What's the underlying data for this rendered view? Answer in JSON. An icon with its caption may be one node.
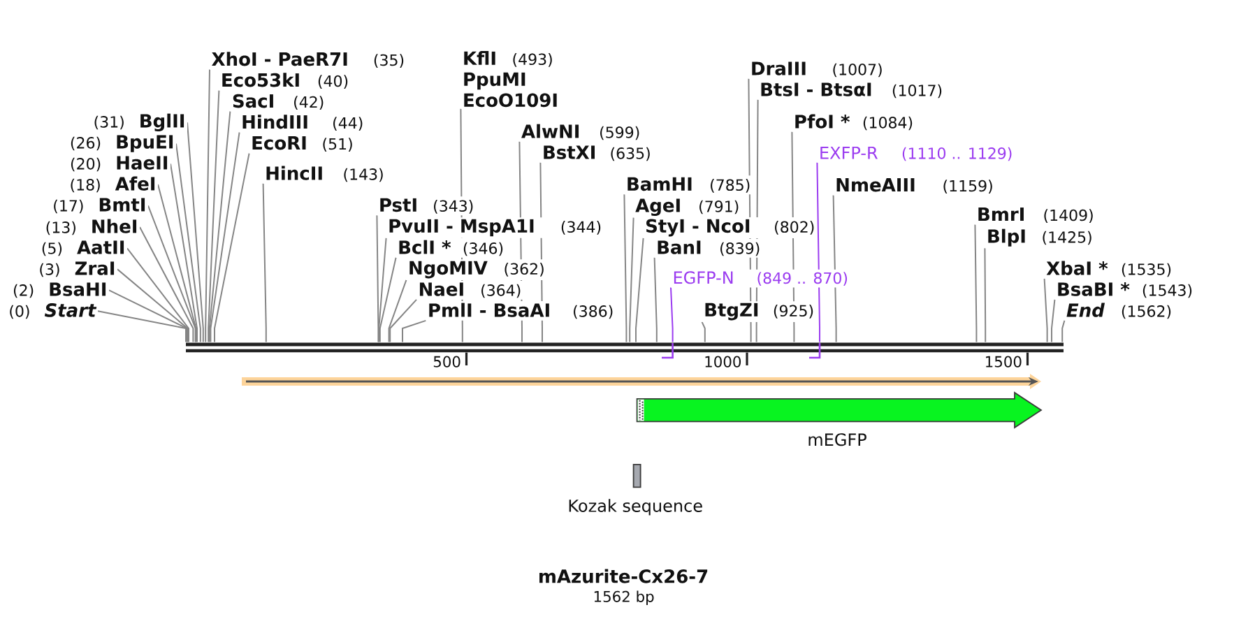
{
  "diagram": {
    "title": "mAzurite-Cx26-7",
    "caption": "1562 bp",
    "nodes": [
      {
        "text": [
          "(0)",
          "Start"
        ]
      },
      {
        "text": [
          "(2)",
          "BsaHI"
        ]
      },
      {
        "text": [
          "(3)",
          "ZraI"
        ]
      },
      {
        "text": [
          "(5)",
          "AatII"
        ]
      },
      {
        "text": [
          "(13)",
          "NheI"
        ]
      },
      {
        "text": [
          "(17)",
          "BmtI"
        ]
      },
      {
        "text": [
          "(18)",
          "AfeI"
        ]
      },
      {
        "text": [
          "(20)",
          "HaeII"
        ]
      },
      {
        "text": [
          "(26)",
          "BpuEI"
        ]
      },
      {
        "text": [
          "(31)",
          "BglII"
        ]
      },
      {
        "text": [
          "XhoI - PaeR7I",
          "(35)"
        ]
      },
      {
        "text": [
          "Eco53kI",
          "(40)"
        ]
      },
      {
        "text": [
          "SacI",
          "(42)"
        ]
      },
      {
        "text": [
          "HindIII",
          "(44)"
        ]
      },
      {
        "text": [
          "EcoRI",
          "(51)"
        ]
      },
      {
        "text": [
          "HincII",
          "(143)"
        ]
      },
      {
        "text": [
          "PstI",
          "(343)"
        ]
      },
      {
        "text": [
          "PvuII - MspA1I",
          "(344)"
        ]
      },
      {
        "text": [
          "BclI *",
          "(346)"
        ]
      },
      {
        "text": [
          "NgoMIV",
          "(362)"
        ]
      },
      {
        "text": [
          "NaeI",
          "(364)"
        ]
      },
      {
        "text": [
          "PmlI - BsaAI",
          "(386)"
        ]
      },
      {
        "text": [
          "KflI",
          "(493)",
          "PpuMI",
          "EcoO109I"
        ]
      },
      {
        "text": [
          "AlwNI",
          "(599)"
        ]
      },
      {
        "text": [
          "BstXI",
          "(635)"
        ]
      },
      {
        "text": [
          "BamHI",
          "(785)"
        ]
      },
      {
        "text": [
          "AgeI",
          "(791)"
        ]
      },
      {
        "text": [
          "StyI - NcoI",
          "(802)"
        ]
      },
      {
        "text": [
          "BanI",
          "(839)"
        ]
      },
      {
        "text": [
          "EGFP-N",
          "(849 .. 870)"
        ]
      },
      {
        "text": [
          "BtgZI",
          "(925)"
        ]
      },
      {
        "text": [
          "DraIII",
          "(1007)"
        ]
      },
      {
        "text": [
          "BtsI - BtsαI",
          "(1017)"
        ]
      },
      {
        "text": [
          "PfoI *",
          "(1084)"
        ]
      },
      {
        "text": [
          "EXFP-R",
          "(1110 .. 1129)"
        ]
      },
      {
        "text": [
          "NmeAIII",
          "(1159)"
        ]
      },
      {
        "text": [
          "BmrI",
          "(1409)"
        ]
      },
      {
        "text": [
          "BlpI",
          "(1425)"
        ]
      },
      {
        "text": [
          "XbaI *",
          "(1535)"
        ]
      },
      {
        "text": [
          "BsaBI *",
          "(1543)"
        ]
      },
      {
        "text": [
          "End",
          "(1562)"
        ]
      },
      {
        "text": [],
        "shape": "bar"
      },
      {
        "text": [],
        "shape": "arrow"
      },
      {
        "text": [
          "mEGFP"
        ]
      },
      {
        "text": [
          "Kozak sequence"
        ]
      }
    ],
    "edges": [
      {
        "from": 0,
        "to": 41,
        "arrow": "none"
      },
      {
        "from": 1,
        "to": 41,
        "arrow": "none"
      },
      {
        "from": 2,
        "to": 41,
        "arrow": "none"
      },
      {
        "from": 3,
        "to": 41,
        "arrow": "none"
      },
      {
        "from": 4,
        "to": 41,
        "arrow": "none"
      },
      {
        "from": 5,
        "to": 41,
        "arrow": "none"
      },
      {
        "from": 6,
        "to": 41,
        "arrow": "none"
      },
      {
        "from": 7,
        "to": 41,
        "arrow": "none"
      },
      {
        "from": 8,
        "to": 41,
        "arrow": "none"
      },
      {
        "from": 9,
        "to": 41,
        "arrow": "none"
      },
      {
        "from": 10,
        "to": 41,
        "arrow": "none"
      },
      {
        "from": 11,
        "to": 41,
        "arrow": "none"
      },
      {
        "from": 12,
        "to": 41,
        "arrow": "none"
      },
      {
        "from": 13,
        "to": 41,
        "arrow": "none"
      },
      {
        "from": 14,
        "to": 41,
        "arrow": "none"
      },
      {
        "from": 15,
        "to": 41,
        "arrow": "none"
      },
      {
        "from": 16,
        "to": 41,
        "arrow": "none"
      },
      {
        "from": 17,
        "to": 41,
        "arrow": "none"
      },
      {
        "from": 18,
        "to": 41,
        "arrow": "none"
      },
      {
        "from": 19,
        "to": 41,
        "arrow": "none"
      },
      {
        "from": 20,
        "to": 41,
        "arrow": "none"
      },
      {
        "from": 21,
        "to": 41,
        "arrow": "none"
      },
      {
        "from": 22,
        "to": 41,
        "arrow": "none"
      },
      {
        "from": 23,
        "to": 41,
        "arrow": "none"
      },
      {
        "from": 24,
        "to": 41,
        "arrow": "none"
      },
      {
        "from": 25,
        "to": 41,
        "arrow": "none"
      },
      {
        "from": 26,
        "to": 41,
        "arrow": "none"
      },
      {
        "from": 27,
        "to": 41,
        "arrow": "none"
      },
      {
        "from": 28,
        "to": 41,
        "arrow": "none"
      },
      {
        "from": 29,
        "to": 41,
        "arrow": "none",
        "color": "#9b3cf0"
      },
      {
        "from": 30,
        "to": 41,
        "arrow": "none"
      },
      {
        "from": 31,
        "to": 41,
        "arrow": "none"
      },
      {
        "from": 32,
        "to": 41,
        "arrow": "none"
      },
      {
        "from": 33,
        "to": 41,
        "arrow": "none"
      },
      {
        "from": 34,
        "to": 41,
        "arrow": "none",
        "color": "#9b3cf0"
      },
      {
        "from": 35,
        "to": 41,
        "arrow": "none"
      },
      {
        "from": 36,
        "to": 41,
        "arrow": "none"
      },
      {
        "from": 37,
        "to": 41,
        "arrow": "none"
      },
      {
        "from": 38,
        "to": 41,
        "arrow": "none"
      },
      {
        "from": 39,
        "to": 41,
        "arrow": "none"
      },
      {
        "from": 40,
        "to": 41,
        "arrow": "none"
      }
    ],
    "labels": [
      "500",
      "1000",
      "1500"
    ]
  }
}
